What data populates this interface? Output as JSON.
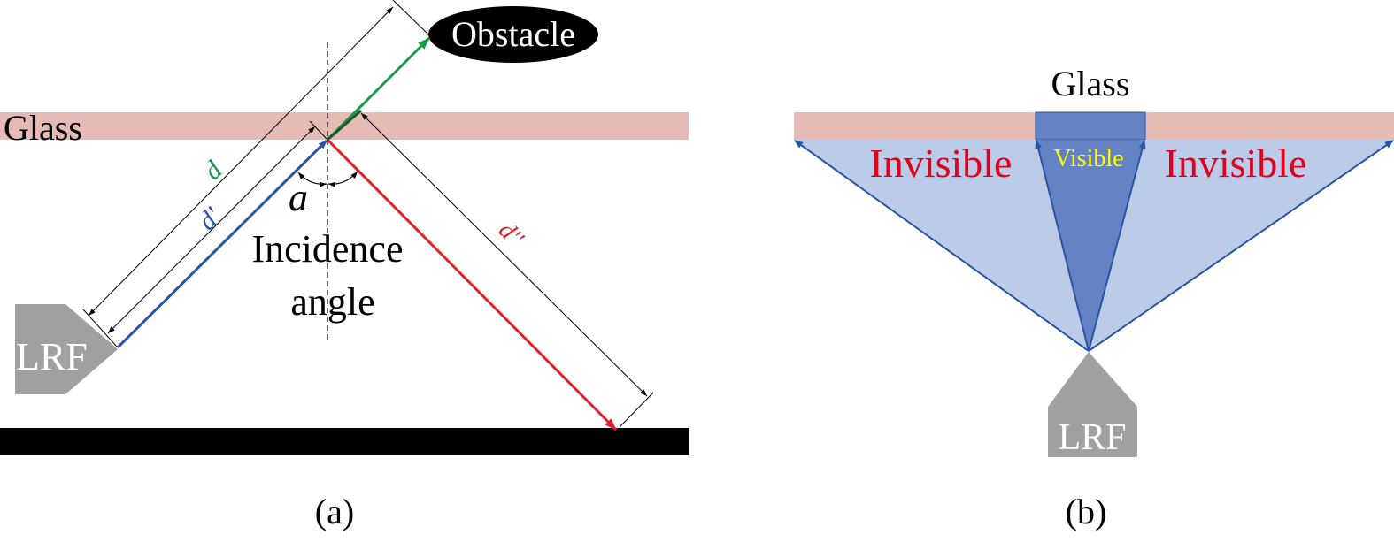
{
  "panel_a": {
    "glass_label": "Glass",
    "obstacle_label": "Obstacle",
    "lrf_label": "LRF",
    "d_label": "d",
    "d_prime_label": "d'",
    "d_double_prime_label": "d''",
    "angle_symbol": "a",
    "incidence_line1": "Incidence",
    "incidence_line2": "angle",
    "caption": "(a)"
  },
  "panel_b": {
    "glass_label": "Glass",
    "invisible_left": "Invisible",
    "visible_label": "Visible",
    "invisible_right": "Invisible",
    "lrf_label": "LRF",
    "caption": "(b)"
  },
  "colors": {
    "glass": "#e6bab5",
    "incident_ray": "#2855a5",
    "transmitted_ray": "#1a9a4a",
    "reflected_ray": "#e0202a",
    "lrf": "#a0a0a0",
    "fov_light": "#bccbe8",
    "fov_dark": "#6482c4",
    "invisible_text": "#e0001b",
    "visible_text": "#ffff00"
  }
}
